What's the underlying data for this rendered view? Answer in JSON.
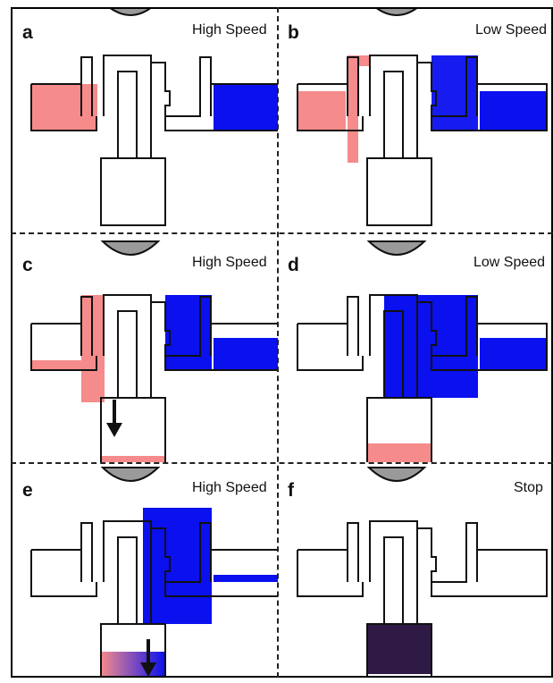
{
  "colors": {
    "pink": "#f58b8b",
    "blue": "#0a10ee",
    "mixed": "#2e1a45",
    "dome": "#9a9a9a",
    "outline": "#111111"
  },
  "panels": [
    {
      "letter": "a",
      "speed": "High Speed",
      "mode": "a"
    },
    {
      "letter": "b",
      "speed": "Low Speed",
      "mode": "b"
    },
    {
      "letter": "c",
      "speed": "High Speed",
      "mode": "c"
    },
    {
      "letter": "d",
      "speed": "Low Speed",
      "mode": "d"
    },
    {
      "letter": "e",
      "speed": "High Speed",
      "mode": "e"
    },
    {
      "letter": "f",
      "speed": "Stop",
      "mode": "f"
    }
  ]
}
